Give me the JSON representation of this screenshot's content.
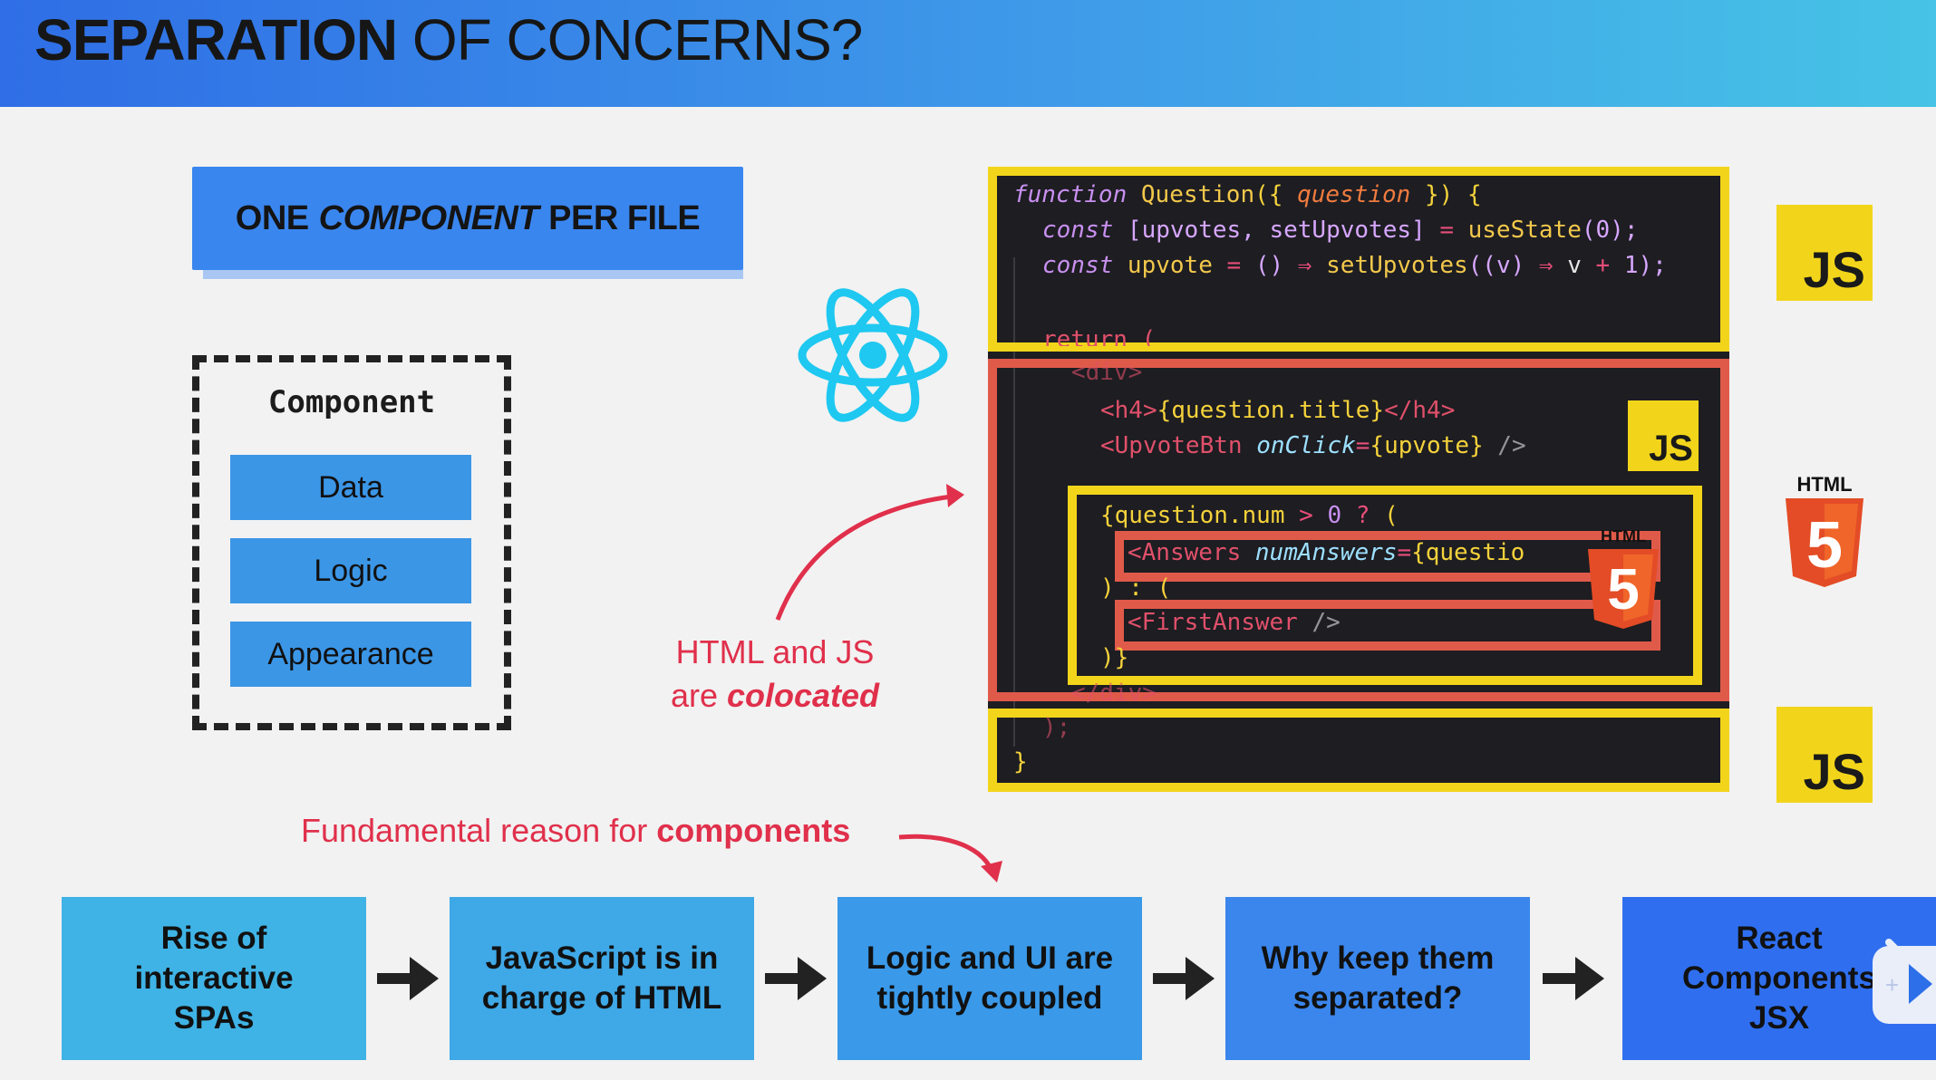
{
  "header": {
    "title_bold": "SEPARATION",
    "title_rest": " OF CONCERNS?"
  },
  "one_component": {
    "pre": "ONE",
    "em": "COMPONENT",
    "post": "PER FILE"
  },
  "component_box": {
    "title": "Component",
    "items": [
      "Data",
      "Logic",
      "Appearance"
    ]
  },
  "colocated": {
    "line1": "HTML and JS",
    "line2_pre": "are ",
    "line2_em": "colocated"
  },
  "code": {
    "l1_kw": "function",
    "l1_fn": " Question",
    "l1_p1": "({ ",
    "l1_param": "question",
    "l1_p2": " }) {",
    "l2_kw": "const",
    "l2_a": " [upvotes, setUpvotes] ",
    "l2_op": "=",
    "l2_b": " useState",
    "l2_c": "(0);",
    "l3_kw": "const",
    "l3_a": " upvote ",
    "l3_op": "=",
    "l3_b": " () ",
    "l3_arrow": "⇒",
    "l3_c": " setUpvotes",
    "l3_d": "((v) ",
    "l3_arrow2": "⇒",
    "l3_e": " v ",
    "l3_plus": "+",
    "l3_f": " 1);",
    "l4": "return (",
    "l5": "<div>",
    "l6_open": "<h4>",
    "l6_expr": "{question.title}",
    "l6_close": "</h4>",
    "l7_tag": "<UpvoteBtn ",
    "l7_attr": "onClick",
    "l7_eq": "=",
    "l7_expr": "{upvote}",
    "l7_end": " />",
    "l8_a": "{question.num ",
    "l8_op": ">",
    "l8_b": " 0 ",
    "l8_q": "?",
    "l8_c": " (",
    "l9_tag": "<Answers ",
    "l9_attr": "numAnswers",
    "l9_eq": "=",
    "l9_expr": "{question.num",
    "l10": ") : (",
    "l11_tag": "<FirstAnswer",
    "l11_end": " />",
    "l12": ")}",
    "l13": "</div>",
    "l14": ");",
    "l15": "}"
  },
  "badges": {
    "js": "JS",
    "html": "HTML",
    "html5_digit": "5"
  },
  "fundamental": {
    "pre": "Fundamental reason for ",
    "bold": "components"
  },
  "flow": [
    {
      "line1": "Rise of",
      "line2": "interactive",
      "line3": "SPAs",
      "color": "#3fb3e5"
    },
    {
      "line1": "JavaScript is in",
      "line2": "charge of HTML",
      "line3": "",
      "color": "#3fa8e6"
    },
    {
      "line1": "Logic and UI are",
      "line2": "tightly coupled",
      "line3": "",
      "color": "#3a99e8"
    },
    {
      "line1": "Why keep them",
      "line2": "separated?",
      "line3": "",
      "color": "#3a86ec"
    },
    {
      "line1": "React",
      "line2": "Components",
      "line3": "JSX",
      "color": "#2f6fef"
    }
  ],
  "colors": {
    "accent_red": "#e0304b",
    "js_yellow": "#f2d51b",
    "html_orange": "#e34c26",
    "react_cyan": "#1ec8f0"
  }
}
